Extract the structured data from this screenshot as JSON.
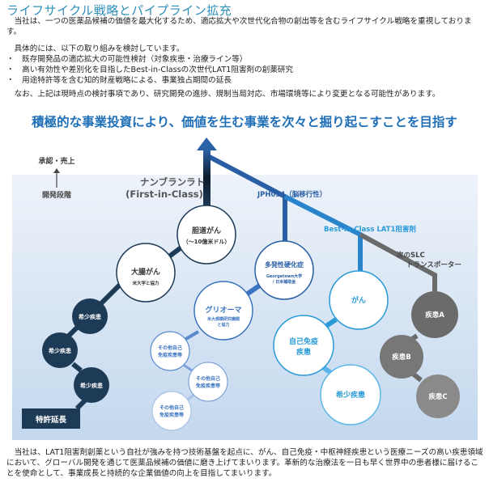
{
  "title": "ライフサイクル戦略とパイプライン拡充",
  "intro": "　当社は、一つの医薬品候補の価値を最大化するため、適応拡大や次世代化合物の創出等を含むライフサイクル戦略を重視しております。",
  "plan_lead": "　具体的には、以下の取り組みを検討しています。",
  "bullets": [
    "・　既存開発品の適応拡大の可能性検討（対象疾患・治療ライン等）",
    "・　高い有効性や差別化を目指したBest-in-Classの次世代LAT1阻害剤の創薬研究",
    "・　用途特許等を含む知的財産戦略による、事業独占期間の延長"
  ],
  "note": "　なお、上記は現時点の検討事項であり、研究開発の進捗、規制当局対応、市場環境等により変更となる可能性があります。",
  "headline": "積極的な事業投資により、価値を生む事業を次々と掘り起こすことを目指す",
  "diagram": {
    "axis_top": "承認・売上",
    "axis_bottom": "開発段階",
    "branch_main": [
      "ナンブランラト",
      "(First-in-Class)"
    ],
    "branch_jph": "JPH034（脳移行性）",
    "branch_best": "Best-in-Class LAT1阻害剤",
    "branch_slc": [
      "次のSLC",
      "トランスポーター"
    ],
    "nodes": {
      "biliary": [
        "胆道がん",
        "（～10億米ドル）"
      ],
      "colorectal": [
        "大腸がん",
        "米大学と協力"
      ],
      "rare1": "希少疾患",
      "rare2": "希少疾患",
      "rare3": "希少疾患",
      "patent": "特許延長",
      "ms": [
        "多発性硬化症",
        "Georgetown大学",
        "/ 日米補助金"
      ],
      "glioma": [
        "グリオーマ",
        "米大規模研究機関",
        "と協力"
      ],
      "other1": [
        "その他自己",
        "免疫疾患等"
      ],
      "other2": [
        "その他自己",
        "免疫疾患等"
      ],
      "other3": [
        "その他自己",
        "免疫疾患等"
      ],
      "cancer": "がん",
      "autoimmune": [
        "自己免疫",
        "疾患"
      ],
      "rare4": "希少疾患",
      "diseaseA": "疾患A",
      "diseaseB": "疾患B",
      "diseaseC": "疾患C"
    }
  },
  "closing": "　当社は、LAT1阻害剤創薬という自社が強みを持つ技術基盤を起点に、がん、自己免疫・中枢神経疾患という医療ニーズの高い疾患領域において、グローバル開発を通じて医薬品候補の価値に磨き上げてまいります。革新的な治療法を一日も早く世界中の患者様に届けることを使命として、事業成長と持続的な企業価値の向上を目指してまいります。",
  "colors": {
    "navy": "#1d3a56",
    "blue": "#2a74c0",
    "sky": "#2a9ad8",
    "gray": "#6b6b6b",
    "title": "#2e8fb8"
  }
}
